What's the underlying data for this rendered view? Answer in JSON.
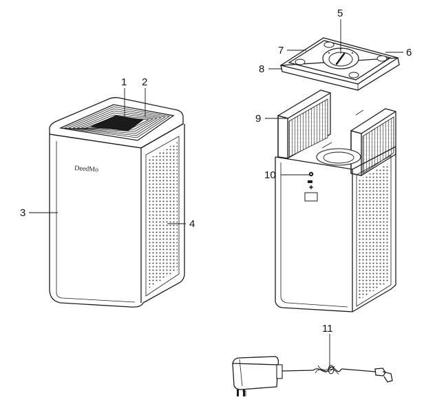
{
  "brand_logo_text": "DeedMo",
  "callouts": [
    {
      "id": "1",
      "label": "1"
    },
    {
      "id": "2",
      "label": "2"
    },
    {
      "id": "3",
      "label": "3"
    },
    {
      "id": "4",
      "label": "4"
    },
    {
      "id": "5",
      "label": "5"
    },
    {
      "id": "6",
      "label": "6"
    },
    {
      "id": "7",
      "label": "7"
    },
    {
      "id": "8",
      "label": "8"
    },
    {
      "id": "9",
      "label": "9"
    },
    {
      "id": "10",
      "label": "10"
    },
    {
      "id": "11",
      "label": "11"
    }
  ]
}
